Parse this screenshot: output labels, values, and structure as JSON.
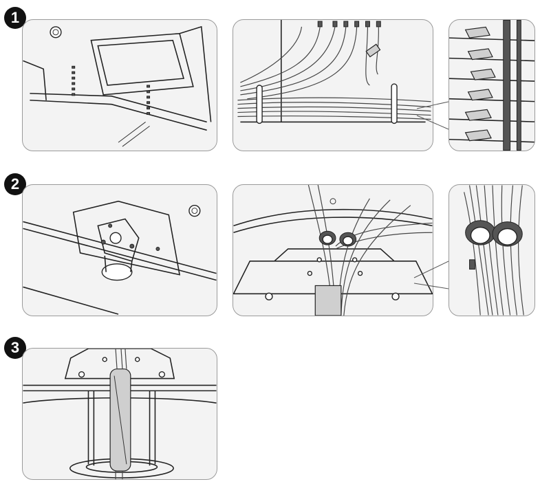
{
  "steps": [
    {
      "number": "1"
    },
    {
      "number": "2"
    },
    {
      "number": "3"
    }
  ],
  "illustrations": {
    "step1": [
      "tv-back-panel-view",
      "cables-routed-through-rear-holders",
      "cable-holders-closeup"
    ],
    "step2": [
      "stand-neck-rear-view",
      "cables-bundled-with-ties-at-stand",
      "cable-ties-closeup"
    ],
    "step3": [
      "cable-cover-over-stand-neck"
    ]
  },
  "colors": {
    "background": "#ffffff",
    "panel_fill": "#f3f3f3",
    "panel_border": "#9a9a9a",
    "line_art": "#222222",
    "badge_fill": "#111111"
  }
}
